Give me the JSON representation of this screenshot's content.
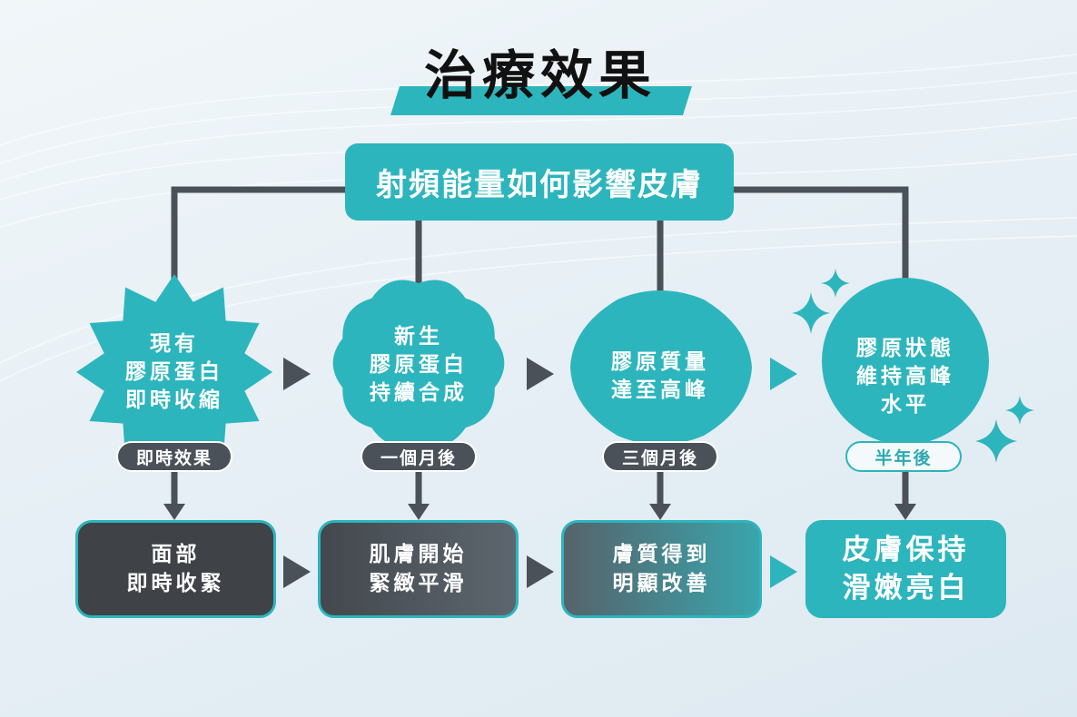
{
  "title": "治療效果",
  "root": "射頻能量如何影響皮膚",
  "stages": [
    {
      "shape": "starburst",
      "text": "現有\n膠原蛋白\n即時收縮",
      "time": "即時效果",
      "result": "面部\n即時收緊"
    },
    {
      "shape": "scalloped",
      "text": "新生\n膠原蛋白\n持續合成",
      "time": "一個月後",
      "result": "肌膚開始\n緊緻平滑"
    },
    {
      "shape": "blob-hexagon",
      "text": "膠原質量\n達至高峰",
      "time": "三個月後",
      "result": "膚質得到\n明顯改善"
    },
    {
      "shape": "circle",
      "text": "膠原狀態\n維持高峰\n水平",
      "time": "半年後",
      "result": "皮膚保持\n滑嫩亮白"
    }
  ],
  "colors": {
    "teal": "#2db5bd",
    "dark": "#4a5158",
    "title": "#111111"
  }
}
